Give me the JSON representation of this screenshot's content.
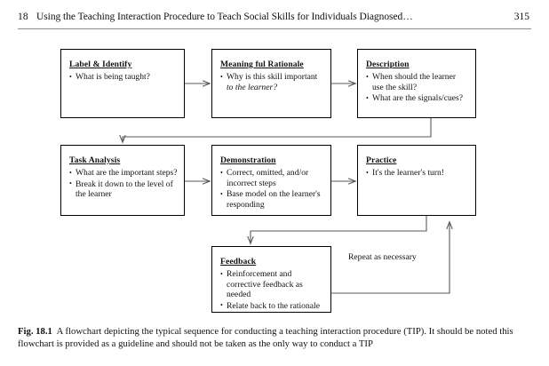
{
  "running_head": {
    "chapter_number": "18",
    "title": "Using the Teaching Interaction Procedure to Teach Social Skills for Individuals Diagnosed…",
    "page_number": "315"
  },
  "figure": {
    "loop_label": "Repeat as necessary",
    "nodes": [
      {
        "id": "label-identify",
        "title": "Label & Identify",
        "bullets": [
          {
            "text": "What is being taught?"
          }
        ]
      },
      {
        "id": "meaningful-rationale",
        "title": "Meaning ful Rationale",
        "bullets": [
          {
            "text": "Why is this skill important ",
            "italic_tail": "to the learner?"
          }
        ]
      },
      {
        "id": "description",
        "title": "Description",
        "bullets": [
          {
            "text": "When should the learner use the skill?"
          },
          {
            "text": "What are the signals/cues?"
          }
        ]
      },
      {
        "id": "task-analysis",
        "title": "Task Analysis",
        "bullets": [
          {
            "text": "What are the important steps?"
          },
          {
            "text": "Break it down to the level of the learner"
          }
        ]
      },
      {
        "id": "demonstration",
        "title": "Demonstration",
        "bullets": [
          {
            "text": "Correct, omitted, and/or incorrect steps"
          },
          {
            "text": "Base model on the learner's responding"
          }
        ]
      },
      {
        "id": "practice",
        "title": "Practice",
        "bullets": [
          {
            "text": "It's the learner's turn!"
          }
        ]
      },
      {
        "id": "feedback",
        "title": "Feedback",
        "bullets": [
          {
            "text": "Reinforcement and corrective feedback as needed"
          },
          {
            "text": "Relate back to the rationale"
          }
        ]
      }
    ]
  },
  "caption": {
    "label": "Fig. 18.1",
    "text": "A flowchart depicting the typical sequence for conducting a teaching interaction procedure (TIP). It should be noted this flowchart is provided as a guideline and should not be taken as the only way to conduct a TIP"
  },
  "colors": {
    "text": "#111111",
    "rule": "#8d8d8d",
    "box_border": "#000000",
    "connector": "#5a5a5a",
    "background": "#ffffff"
  }
}
